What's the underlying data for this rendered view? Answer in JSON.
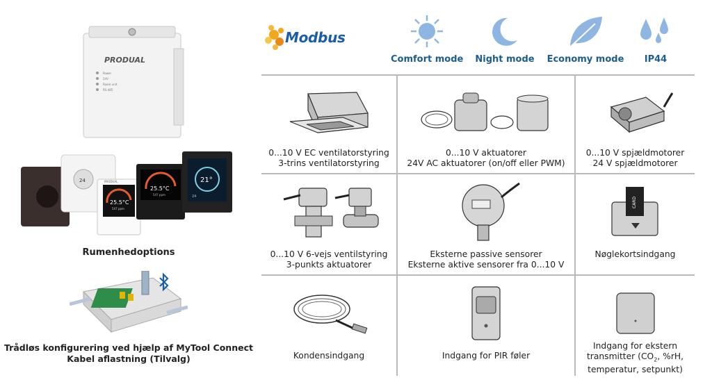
{
  "left": {
    "room_caption": "Rumenhedoptions",
    "tool_caption_line1": "Trådløs konfigurering ved hjælp af MyTool Connect",
    "tool_caption_line2": "Kabel aflastning (Tilvalg)",
    "controller_brand": "PRODUAL",
    "controller_leds": [
      "Power",
      "24V",
      "Room unit",
      "RS-485"
    ],
    "thermostat_a_temp": "25.5°C",
    "thermostat_a_co2": "547 ppm",
    "thermostat_b_temp": "25.5°C",
    "thermostat_b_co2": "547 ppm",
    "thermostat_c_temp": "21°",
    "thermostat_c_sub": "24",
    "thermostat_d_temp": "24",
    "thermostat_brand": "PRODUAL"
  },
  "top": {
    "modbus_label": "Modbus",
    "modes": [
      {
        "label": "Comfort mode",
        "icon": "sun-icon"
      },
      {
        "label": "Night mode",
        "icon": "moon-icon"
      },
      {
        "label": "Economy mode",
        "icon": "leaf-icon"
      },
      {
        "label": "IP44",
        "icon": "water-drops-icon"
      }
    ],
    "accent_color": "#1c5d8e",
    "icon_color": "#8fb6e3"
  },
  "grid": {
    "row1": [
      {
        "line1": "0...10 V EC ventilatorstyring",
        "line2": "3-trins ventilatorstyring"
      },
      {
        "line1": "0...10 V aktuatorer",
        "line2": "24V AC aktuatorer (on/off eller PWM)"
      },
      {
        "line1": "0...10 V spjældmotorer",
        "line2": "24 V spjældmotorer"
      }
    ],
    "row2": [
      {
        "line1": "0...10 V 6-vejs ventilstyring",
        "line2": "3-punkts aktuatorer"
      },
      {
        "line1": "Eksterne passive sensorer",
        "line2": "Eksterne aktive sensorer fra 0...10 V"
      },
      {
        "line1": "Nøglekortsindgang",
        "card_label": "CARD"
      }
    ],
    "row3": [
      {
        "line1": "Kondensindgang"
      },
      {
        "line1": "Indgang for PIR føler"
      },
      {
        "line1": "Indgang for ekstern",
        "line2a": "transmitter (CO",
        "line2sub": "2",
        "line2b": ", %rH,",
        "line3": "temperatur, setpunkt)"
      }
    ]
  }
}
